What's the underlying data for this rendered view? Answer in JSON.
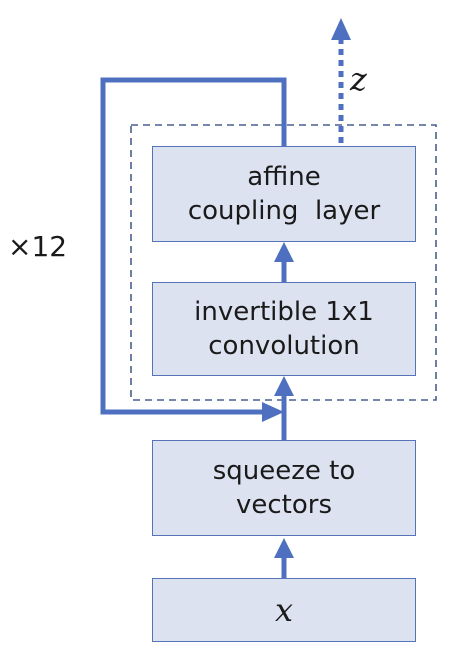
{
  "diagram": {
    "accent_color": "#4f70c0",
    "box_fill": "#dde2f1",
    "boxes": {
      "affine": [
        "affine",
        "coupling  layer"
      ],
      "invertible": [
        "invertible 1x1",
        "convolution"
      ],
      "squeeze": [
        "squeeze to",
        "vectors"
      ],
      "input": "x"
    },
    "output_label": "z",
    "repeat_label": "×12"
  }
}
